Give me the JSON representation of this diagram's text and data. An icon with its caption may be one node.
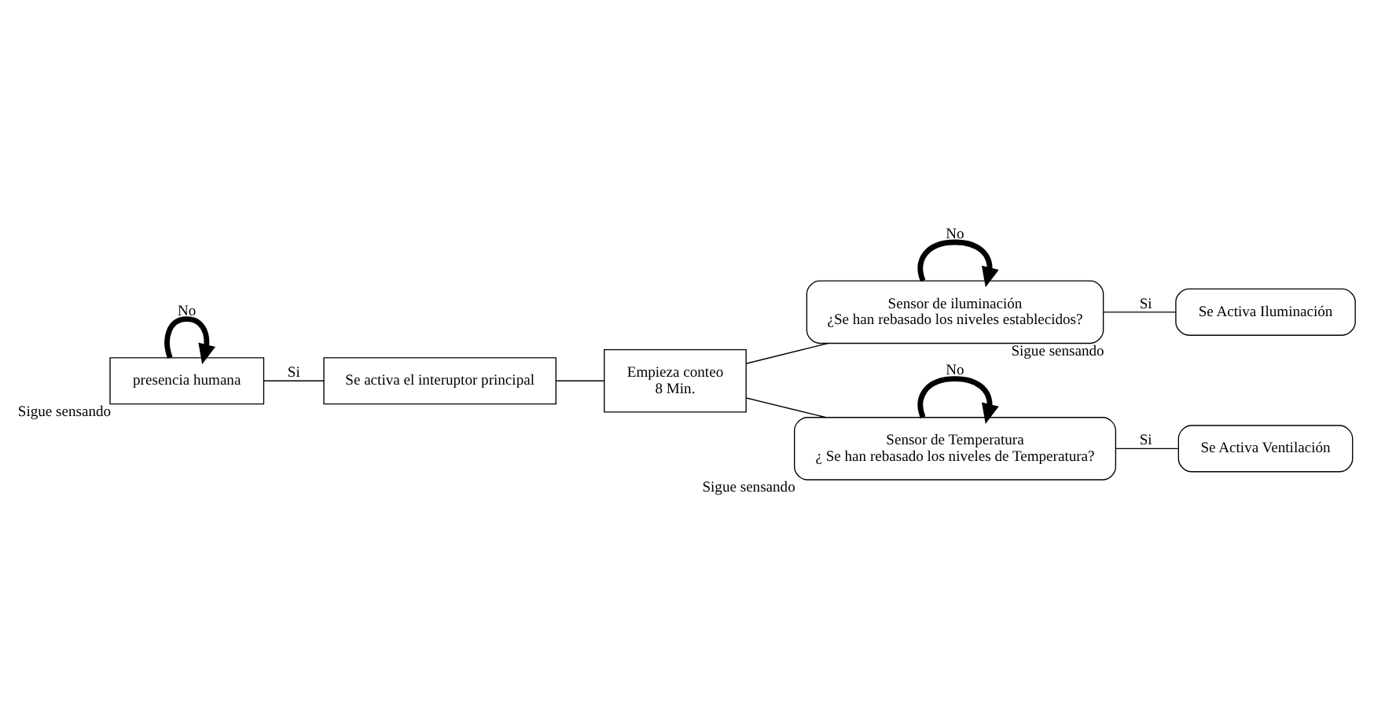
{
  "diagram": {
    "nodes": [
      {
        "text": [
          "presencia humana"
        ],
        "beside": [
          "Sigue sensando"
        ]
      },
      {
        "text": [
          "Se activa el interuptor principal"
        ]
      },
      {
        "text": [
          "Empieza conteo",
          "8 Min."
        ]
      },
      {
        "text": [
          "Sensor de iluminación",
          "¿Se han rebasado los niveles establecidos?"
        ],
        "beside": [
          "Sigue sensando"
        ]
      },
      {
        "text": [
          "Se Activa Iluminación"
        ]
      },
      {
        "text": [
          "Sensor de Temperatura",
          "¿ Se han rebasado los niveles de Temperatura?"
        ],
        "beside": [
          "Sigue sensando"
        ]
      },
      {
        "text": [
          "Se Activa Ventilación"
        ]
      }
    ],
    "edges": [
      {
        "from": 3,
        "to": 3,
        "arrow": "to",
        "label": "No",
        "style": "thick"
      },
      {
        "from": 3,
        "to": 4,
        "arrow": "none",
        "label": "Si"
      },
      {
        "from": 0,
        "to": 0,
        "arrow": "to",
        "label": "No",
        "style": "thick"
      },
      {
        "from": 0,
        "to": 1,
        "arrow": "none",
        "label": "Si"
      },
      {
        "from": 1,
        "to": 2,
        "arrow": "none"
      },
      {
        "from": 2,
        "to": 3,
        "arrow": "none"
      },
      {
        "from": 2,
        "to": 5,
        "arrow": "none"
      },
      {
        "from": 5,
        "to": 5,
        "arrow": "to",
        "label": "No",
        "style": "thick"
      },
      {
        "from": 5,
        "to": 6,
        "arrow": "none",
        "label": "Si"
      }
    ]
  }
}
